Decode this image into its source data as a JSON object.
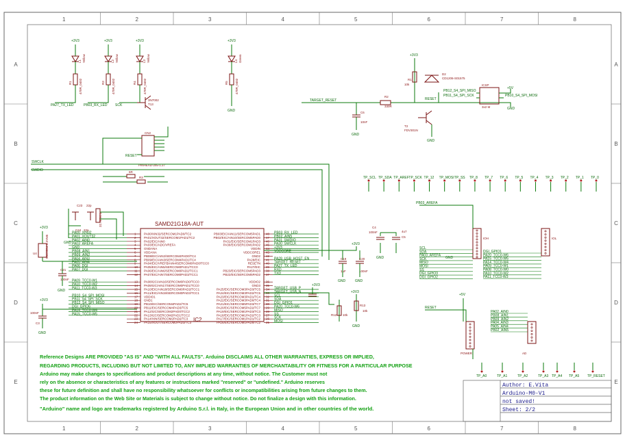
{
  "grid": {
    "columns": [
      "1",
      "2",
      "3",
      "4",
      "5",
      "6",
      "7",
      "8"
    ],
    "rows": [
      "A",
      "B",
      "C",
      "D",
      "E"
    ]
  },
  "power": {
    "v33": "+3V3",
    "v5": "+5V",
    "gnd": "GND"
  },
  "leds": [
    {
      "ref": "L1",
      "color": "Yellow",
      "res": "R1",
      "val": "470R_0402",
      "net": "PA27_TX_LED"
    },
    {
      "ref": "L2",
      "color": "Yellow",
      "res": "R3",
      "val": "470R_0402",
      "net": "PB03_RX_LED"
    },
    {
      "ref": "L3",
      "color": "Yellow",
      "res": "R4",
      "val": "470R_0402",
      "net": "SCK"
    },
    {
      "ref": "L4",
      "color": "Green",
      "res": "R5",
      "val": "470R_0402",
      "net": ""
    }
  ],
  "transistor": {
    "ref": "3N7002",
    "val": "T13"
  },
  "jtag": {
    "ref": "CN2",
    "part": "PINHEAD-2x5-1.27",
    "net": "RESET"
  },
  "nets": {
    "swclk": "SWCLK",
    "swdio": "SWDIO",
    "reset_in": "TARGET_RESET",
    "reset": "RESET",
    "r2": "R2",
    "r2val": "330R",
    "c6": "C6",
    "c6val": "10nF",
    "d2": "CD1206-S01575",
    "d2ref": "D2",
    "r1": "R1",
    "r1val": "10k",
    "t2": "T2",
    "t2val": "FDV301N",
    "icsp": "ICSP",
    "icspval": "3x2 M",
    "spi_miso": "PB12_S4_SPI_MISO",
    "spi_sck": "PB11_S4_SPI_SCK",
    "spi_mosi": "PB10_S4_SPI_MOSI",
    "rr6": "6R",
    "rr7": "6R",
    "rr3": "R3"
  },
  "mcu": {
    "name": "SAMD21G18A-AUT",
    "ref": "IC2",
    "left_nets": [
      "PA00_XIN32",
      "PA01_XOUT32",
      "PA02_AIN0",
      "PA03_AREFA",
      "GND",
      "PB08_AIN1",
      "PB09_AIN2",
      "PA04_AIN3",
      "PA05_AIN4",
      "PA06_DGI",
      "PA07_DGI",
      "",
      "PA08_TCC0-W0",
      "PA09_TCC0-W1",
      "PA10_TCC0-W2",
      "PA11_TCC0-W3",
      "",
      "PB10_S4_SPI_MOSI",
      "PB11_S4_SPI_SCK",
      "PB12_S4_SPI_MISO",
      "DGI_GPIO6",
      "PA14_TCC0-W4",
      "PA15_TCC0-W5"
    ],
    "left_pins": [
      "PA00/XIN32/SERCOM1PAD0/TC2",
      "PA01/XOUT32/SERCOM1PAD1/TC2",
      "PA02/EIC/AIN0",
      "PA03/EIC/ADC/VREFA",
      "GNDANA",
      "VDDANA",
      "PB08/EIC/AIN2/SERCOM4PAD0/TC4",
      "PB09/EIC/AIN3/SERCOM4PAD1/TC4",
      "PA04/EIC/VREFB/AIN4/SERCOM0PAD0/TCC0",
      "PA05/EIC/AIN5/SERCOM0PAD1/TCC0",
      "PA06/EIC/AIN6/SERCOM0PAD2/TCC1",
      "PA07/EIC/AIN7/SERCOM0PAD3/TCC1",
      "",
      "PA08/I2C/AIN16/SERCOM0PAD0/TCC0",
      "PA09/I2C/AIN17/SERCOM0PAD1/TCC0",
      "PA10/EIC/AIN18/SERCOM0PAD2/TCC1",
      "PA11/EIC/AIN19/SERCOM0PAD3/TCC1",
      "VDDIO1",
      "GND1",
      "PB10/EIC/SERCOM4PAD2/TC5",
      "PB11/EIC/SERCOM4PAD3/TC5",
      "PA12/I2C/SERCOM2PAD0/TCC2",
      "PA13/I2C/SERCOM2PAD1/TCC2",
      "PA14/XIN/SERCOM2PAD2/TC3",
      "PA15/XOUT/SERCOM2PAD3/TC3"
    ],
    "left_nums": [
      "1",
      "2",
      "3",
      "4",
      "5",
      "6",
      "7",
      "8",
      "9",
      "10",
      "11",
      "12",
      "",
      "13",
      "14",
      "15",
      "16",
      "17",
      "18",
      "19",
      "20",
      "21",
      "22",
      "23",
      "24"
    ],
    "right_pins": [
      "PB03/EIC/AIN11/SERCOM5PAD1",
      "PB02/EIC/AIN10/SERCOM5PAD0",
      "PA31/EIC/SERCOM1PAD3",
      "PA30/EIC/SERCOM1PAD2",
      "VDDIN",
      "VDDCORE1",
      "GND2",
      "PA28/EIC",
      "RESETN",
      "PA27/EIC",
      "PB23/EIC/SERCOM5PAD3",
      "PB22/EIC/SERCOM5PAD2",
      "",
      "VDDIO2",
      "GND3",
      "PA25/EIC/SERCOM3PAD3/TC5",
      "PA24/EIC/SERCOM3PAD2/TC5",
      "PA23/EIC/SERCOM3PAD1/TC4",
      "PA22/EIC/SERCOM3PAD0/TC4",
      "PA21/EIC/SERCOM5PAD3/TC7",
      "PA20/EIC/SERCOM5PAD2/TC7",
      "PA19/EIC/SERCOM1PAD3/TC3",
      "PA18/EIC/SERCOM1PAD2/TC3",
      "PA17/EIC/SERCOM1PAD1/TC2",
      "PA16/EIC/SERCOM1PAD0/TC2"
    ],
    "right_nums": [
      "48",
      "47",
      "46",
      "45",
      "44",
      "43",
      "42",
      "41",
      "40",
      "39",
      "38",
      "37",
      "",
      "36",
      "35",
      "34",
      "33",
      "32",
      "31",
      "30",
      "29",
      "28",
      "27",
      "26",
      "25"
    ],
    "right_nets": [
      "PB03_RX_LED",
      "PB02_AIN5",
      "PA31_SWDIO",
      "PA30_SWCLK",
      "+3V3",
      "VDDCORE",
      "",
      "PA28_USB_HOST_EN",
      "TARGET_RESET",
      "PA27_TX_LED",
      "RXD",
      "TXD",
      "",
      "",
      "",
      "TARGET_USB_P",
      "TARGET_USB_N",
      "SCL",
      "SDA",
      "DGI_GPIO1",
      "PA20_TCC0-W6",
      "MISO",
      "SS",
      "SCK",
      "MOSI"
    ]
  },
  "crystal": {
    "ref": "Q1",
    "part": "32.768KHz",
    "c23": "C23",
    "c23v": "22p",
    "c24": "C24",
    "c24v": "22p"
  },
  "regulator": {
    "ref": "U4",
    "part": "MIC5504-3.3YM5"
  },
  "caps": {
    "c21": "C21",
    "c21v": "100nF",
    "c22": "C22",
    "c22v": "100nF",
    "c19": "C19",
    "c19v": "1uF",
    "c20": "C20",
    "c20v": "100nF",
    "c4": "C4",
    "c4v": "100nF",
    "c5": "C5",
    "c5v": "4u7",
    "c3": "C3",
    "c3v": "100nF",
    "c1": "C1",
    "c1v": "100nF"
  },
  "res_d": {
    "r12": "R12",
    "r13": "R13",
    "v": "10k"
  },
  "testpoints_top": [
    "TP_SCL",
    "TP_SDA",
    "TP_AREF",
    "TP_SCK",
    "TP_12",
    "TP_MOSI",
    "TP_SS",
    "TP_8",
    "TP_7",
    "TP_6",
    "TP_5",
    "TP_4",
    "TP_3",
    "TP_2",
    "TP_1",
    "TP_0"
  ],
  "connectors": {
    "ioh": {
      "ref": "IOH",
      "part": "PB03_AREFA",
      "nets": [
        "SCL",
        "SDA",
        "PA03_AREFA",
        "SCK",
        "MISO",
        "MOSI",
        "SS",
        "DGI_GPIO3",
        "DGI_GPIO2"
      ]
    },
    "iol": {
      "ref": "IOL",
      "nets": [
        "DGI_GPIO1",
        "PA20_TCC0-W6",
        "PA15_TCC0-W5",
        "PA14_TCC0-W4",
        "PA09_TCC0-W1",
        "PA08_TCC0-W0",
        "PA10_TCC0-W2",
        "PA11_TCC0-W3"
      ]
    },
    "power": {
      "ref": "POWER",
      "nets": [
        "RESET"
      ]
    },
    "ad": {
      "ref": "AD",
      "nets": [
        "PA02_AIN0",
        "PB08_AIN1",
        "PB09_AIN2",
        "PA04_AIN3",
        "PA05_AIN4",
        "PB02_AIN5"
      ]
    }
  },
  "testpoints_bottom": [
    "TP_A0",
    "TP_A1",
    "TP_A2",
    "TP_A3",
    "TP_A4",
    "TP_A5",
    "TP_RESET"
  ],
  "disclaimer": [
    "Reference Designs ARE PROVIDED \"AS IS\" AND \"WITH ALL FAULTS\". Arduino DISCLAIMS ALL OTHER WARRANTIES, EXPRESS OR IMPLIED,",
    "REGARDING PRODUCTS, INCLUDING BUT NOT LIMITED TO, ANY IMPLIED WARRANTIES OF MERCHANTABILITY OR FITNESS FOR A PARTICULAR PURPOSE",
    "Arduino may make changes to specifications and product descriptions at any time, without notice. The Customer must not",
    "rely on the absence or characteristics of any features or instructions marked \"reserved\" or \"undefined.\" Arduino reserves",
    "these for future definition and shall have no responsibility whatsoever for conflicts or incompatibilities arising from future changes to them.",
    "The product information on the Web Site or Materials is subject to change without notice. Do not finalize a design with this information."
  ],
  "trademark": "\"Arduino\" name and logo are trademarks registered by Arduino S.r.l. in Italy, in the European Union and in other countries of the world.",
  "title_block": {
    "author": "Author: E.Vita",
    "title": "Arduino-M0-V1",
    "saved": "not saved!",
    "sheet": "Sheet: 2/2"
  }
}
